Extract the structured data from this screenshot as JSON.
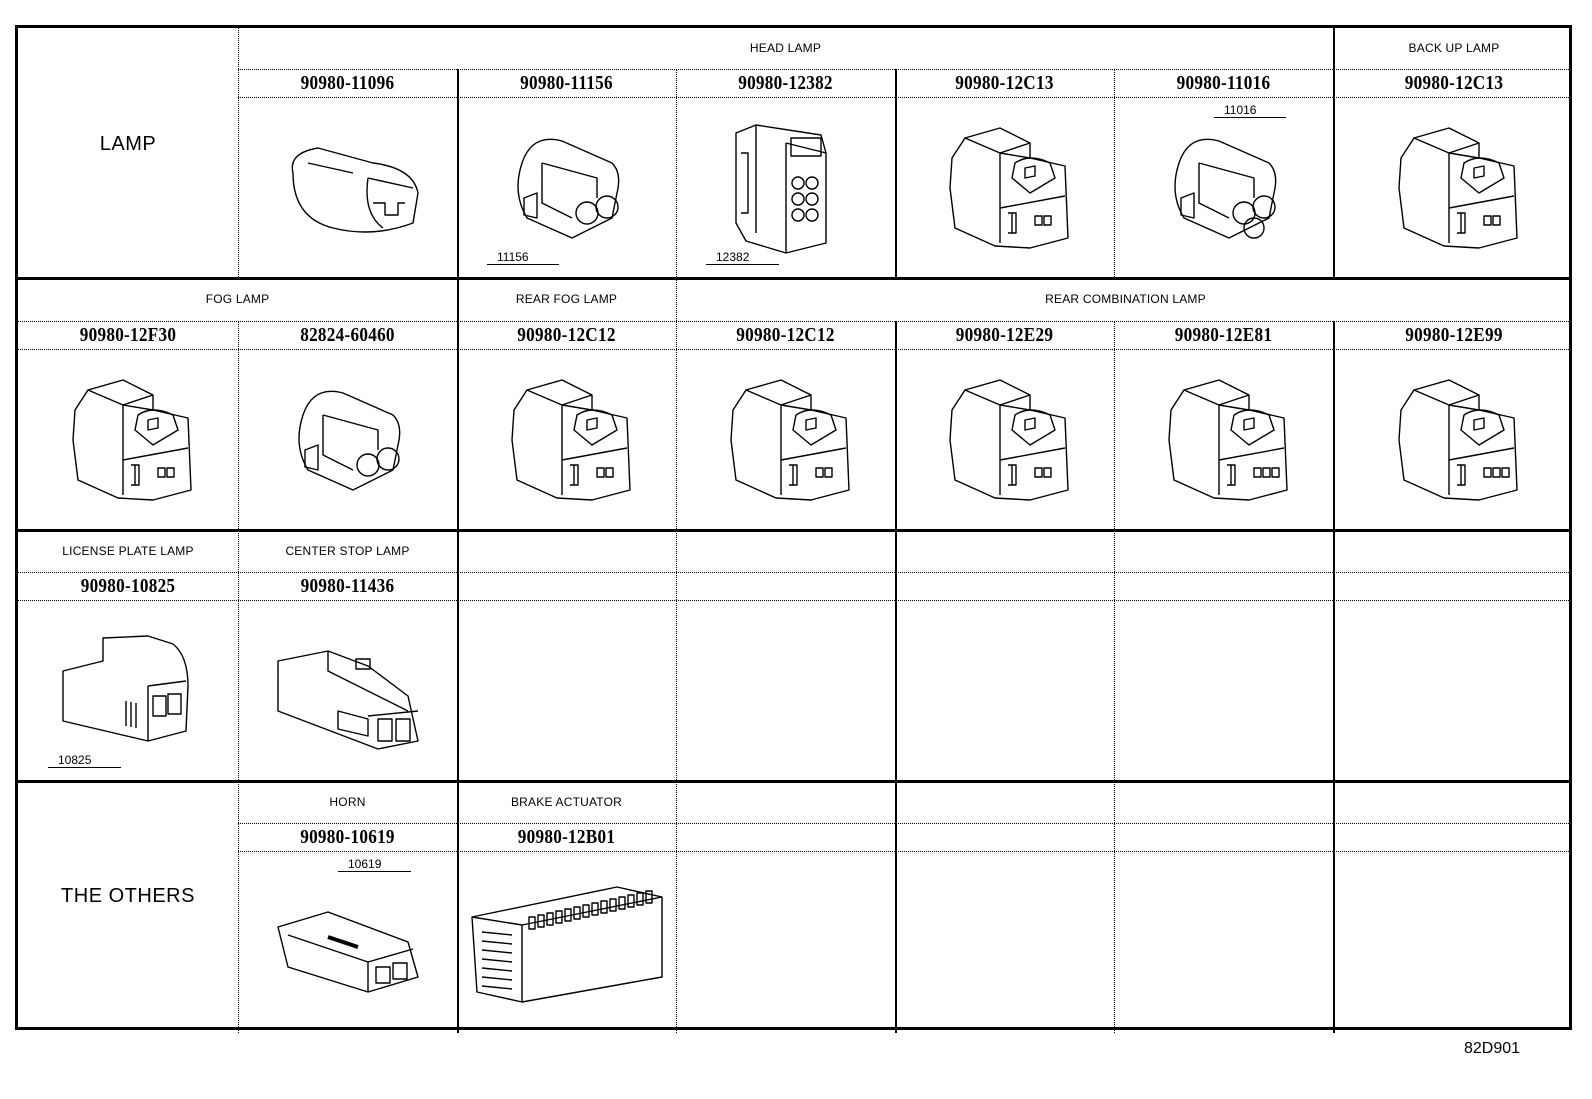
{
  "sheet_code": "82D901",
  "categories": [
    {
      "id": "lamp",
      "label": "LAMP"
    },
    {
      "id": "others",
      "label": "THE OTHERS"
    }
  ],
  "rows": [
    {
      "groups": [
        {
          "label": "HEAD LAMP",
          "span": [
            1,
            5
          ]
        },
        {
          "label": "BACK UP LAMP",
          "span": [
            6,
            6
          ]
        }
      ],
      "parts": [
        {
          "part_no": "90980-11096",
          "icon": "connector-2pin-round-icon",
          "callout": ""
        },
        {
          "part_no": "90980-11156",
          "icon": "connector-2pin-barrel-icon",
          "callout": "11156"
        },
        {
          "part_no": "90980-12382",
          "icon": "connector-multipin-icon",
          "callout": "12382"
        },
        {
          "part_no": "90980-12C13",
          "icon": "connector-2pin-latch-icon",
          "callout": ""
        },
        {
          "part_no": "90980-11016",
          "icon": "connector-3pin-barrel-icon",
          "callout": "11016"
        },
        {
          "part_no": "90980-12C13",
          "icon": "connector-2pin-latch-icon",
          "callout": ""
        }
      ]
    },
    {
      "groups": [
        {
          "label": "FOG LAMP",
          "span": [
            0,
            1
          ]
        },
        {
          "label": "REAR FOG LAMP",
          "span": [
            2,
            2
          ]
        },
        {
          "label": "REAR COMBINATION LAMP",
          "span": [
            3,
            6
          ]
        }
      ],
      "parts": [
        {
          "part_no": "90980-12F30",
          "icon": "connector-2pin-latch-icon",
          "callout": ""
        },
        {
          "part_no": "82824-60460",
          "icon": "connector-2pin-barrel-icon",
          "callout": ""
        },
        {
          "part_no": "90980-12C12",
          "icon": "connector-2pin-latch-icon",
          "callout": ""
        },
        {
          "part_no": "90980-12C12",
          "icon": "connector-2pin-latch-icon",
          "callout": ""
        },
        {
          "part_no": "90980-12E29",
          "icon": "connector-2pin-latch-icon",
          "callout": ""
        },
        {
          "part_no": "90980-12E81",
          "icon": "connector-3pin-latch-icon",
          "callout": ""
        },
        {
          "part_no": "90980-12E99",
          "icon": "connector-3pin-latch-icon",
          "callout": ""
        }
      ]
    },
    {
      "groups": [
        {
          "label": "LICENSE PLATE LAMP",
          "span": [
            0,
            0
          ]
        },
        {
          "label": "CENTER STOP LAMP",
          "span": [
            1,
            1
          ]
        }
      ],
      "parts": [
        {
          "part_no": "90980-10825",
          "icon": "connector-2pin-square-icon",
          "callout": "10825"
        },
        {
          "part_no": "90980-11436",
          "icon": "connector-2pin-flat-icon",
          "callout": ""
        }
      ]
    },
    {
      "groups": [
        {
          "label": "HORN",
          "span": [
            1,
            1
          ]
        },
        {
          "label": "BRAKE ACTUATOR",
          "span": [
            2,
            2
          ]
        }
      ],
      "parts": [
        {
          "part_no": "90980-10619",
          "icon": "connector-horn-icon",
          "callout": "10619"
        },
        {
          "part_no": "90980-12B01",
          "icon": "connector-actuator-icon",
          "callout": ""
        }
      ]
    }
  ]
}
